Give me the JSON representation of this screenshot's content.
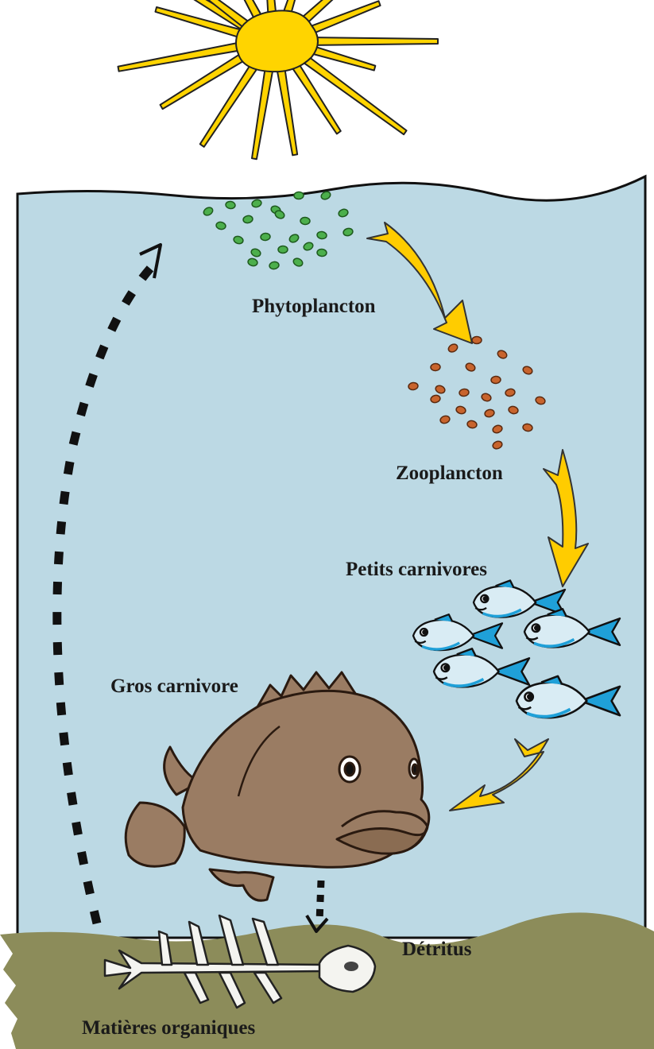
{
  "labels": {
    "phytoplankton": "Phytoplancton",
    "zooplankton": "Zooplancton",
    "small_carnivores": "Petits carnivores",
    "big_carnivore": "Gros carnivore",
    "detritus": "Détritus",
    "organic_matter": "Matières organiques"
  },
  "colors": {
    "sky": "#ffffff",
    "water": "#bcd9e4",
    "sediment": "#8c8c5a",
    "sun": "#ffd400",
    "phytoplankton": "#4caf4c",
    "zooplankton": "#c8642d",
    "big_fish": "#9a7c63",
    "small_fish": "#d9ecf4",
    "small_fish_fin": "#1fa0d8",
    "energy_arrow": "#ffcc00",
    "recycle_arrow": "#111111"
  },
  "icons": [
    "sun-icon",
    "phytoplankton-cluster",
    "zooplankton-cluster",
    "small-fish-icon",
    "big-fish-icon",
    "fish-skeleton-icon"
  ]
}
